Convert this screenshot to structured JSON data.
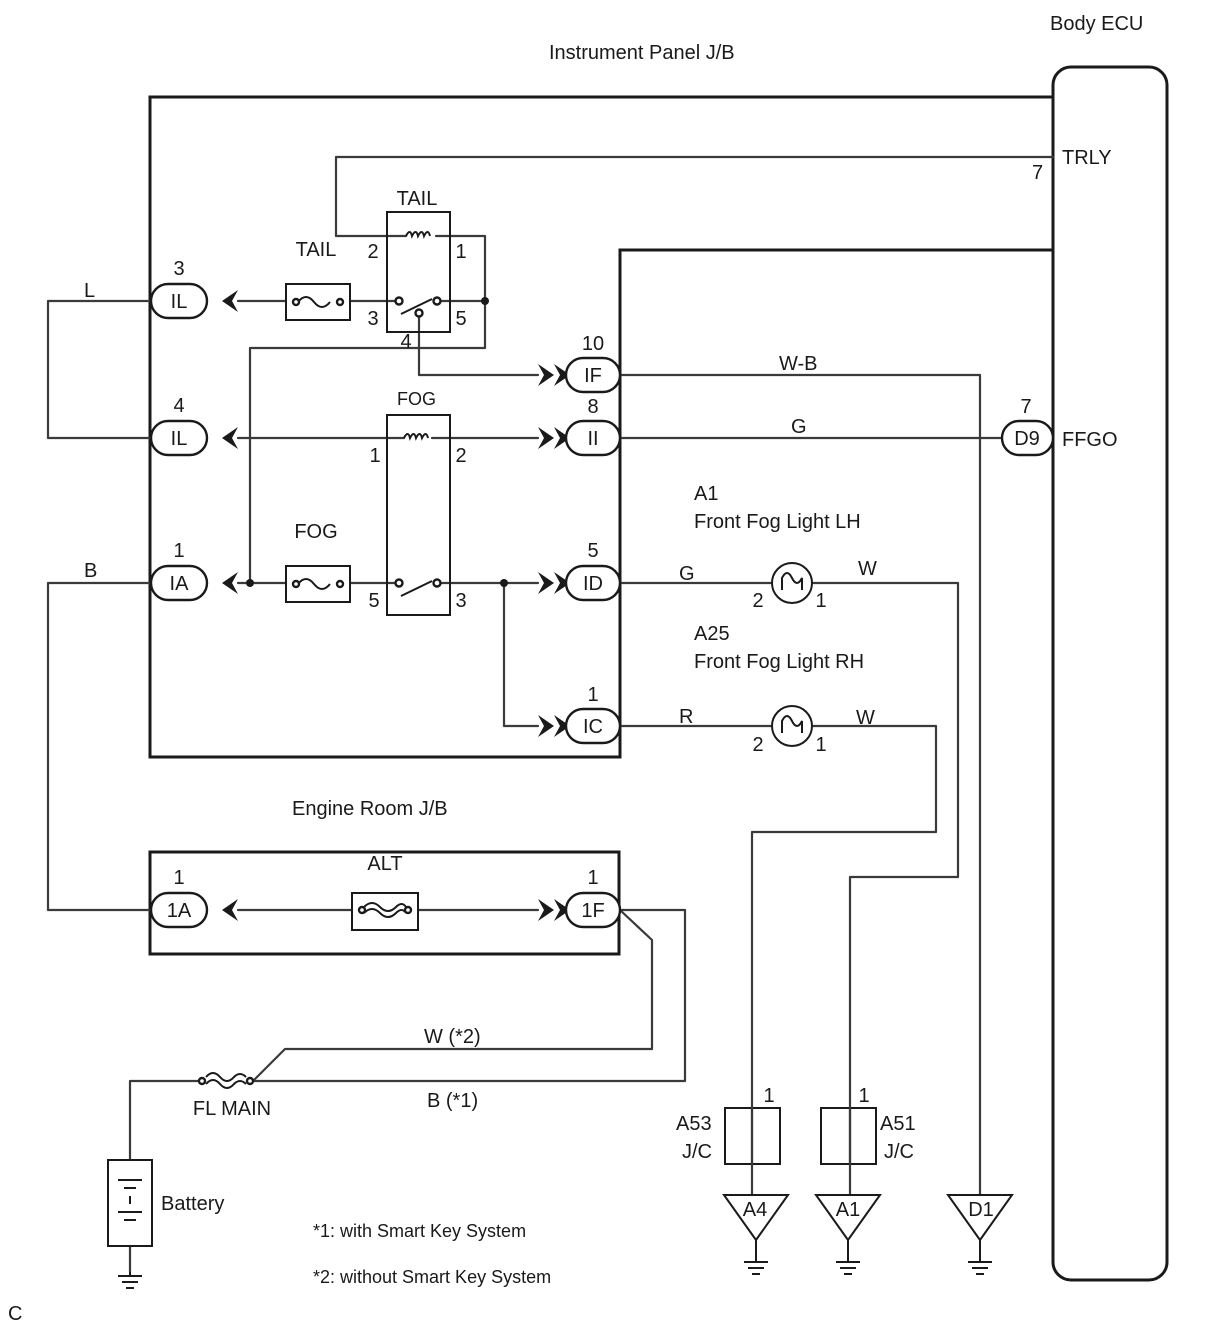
{
  "blocks": {
    "body_ecu": "Body ECU",
    "instrument_panel_jb": "Instrument Panel J/B",
    "engine_room_jb": "Engine Room J/B"
  },
  "ecu_terminals": {
    "trly": {
      "name": "TRLY",
      "pin": "7"
    },
    "ffgo": {
      "name": "FFGO",
      "pin": "7",
      "connector": "D9"
    }
  },
  "relays": {
    "tail": {
      "name": "TAIL",
      "pins": [
        "2",
        "1",
        "3",
        "5",
        "4"
      ]
    },
    "fog": {
      "name": "FOG",
      "pins": [
        "1",
        "2",
        "5",
        "3"
      ]
    }
  },
  "fuses": {
    "tail": "TAIL",
    "fog": "FOG",
    "alt": "ALT",
    "fl_main": "FL MAIN"
  },
  "connectors": {
    "il3": {
      "label": "IL",
      "pin": "3"
    },
    "il4": {
      "label": "IL",
      "pin": "4"
    },
    "ia1": {
      "label": "IA",
      "pin": "1"
    },
    "if10": {
      "label": "IF",
      "pin": "10"
    },
    "ii8": {
      "label": "II",
      "pin": "8"
    },
    "id5": {
      "label": "ID",
      "pin": "5"
    },
    "ic1": {
      "label": "IC",
      "pin": "1"
    },
    "er1a": {
      "label": "1A",
      "pin": "1"
    },
    "er1f": {
      "label": "1F",
      "pin": "1"
    }
  },
  "wire_colors": {
    "l": "L",
    "b": "B",
    "wb": "W-B",
    "g_ffgo": "G",
    "g_lh": "G",
    "w_lh": "W",
    "r_rh": "R",
    "w_rh": "W",
    "w_star2": "W (*2)",
    "b_star1": "B (*1)"
  },
  "lights": {
    "lh": {
      "code": "A1",
      "name": "Front Fog Light LH",
      "pin_in": "2",
      "pin_out": "1"
    },
    "rh": {
      "code": "A25",
      "name": "Front Fog Light RH",
      "pin_in": "2",
      "pin_out": "1"
    }
  },
  "junctions": {
    "a53": {
      "code": "A53",
      "type": "J/C",
      "pin": "1"
    },
    "a51": {
      "code": "A51",
      "type": "J/C",
      "pin": "1"
    }
  },
  "grounds": [
    "A4",
    "A1",
    "D1"
  ],
  "battery": "Battery",
  "notes": {
    "n1": "*1: with Smart Key System",
    "n2": "*2: without Smart Key System"
  },
  "corner_mark": "C",
  "colors": {
    "line": "#1a1a1a",
    "wire": "#3a3a3a",
    "background": "#ffffff"
  }
}
